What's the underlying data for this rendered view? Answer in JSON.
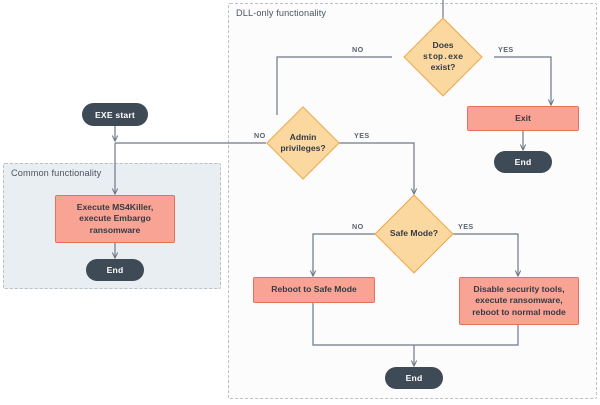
{
  "diagram": {
    "type": "flowchart",
    "title": "",
    "groups": [
      {
        "id": "dll",
        "label": "DLL-only functionality"
      },
      {
        "id": "common",
        "label": "Common functionality"
      }
    ],
    "nodes": {
      "exe_start": {
        "label": "EXE start",
        "shape": "terminator"
      },
      "stop_exe": {
        "label_line1": "Does",
        "label_mono": "stop.exe",
        "label_line3": "exist?",
        "shape": "decision"
      },
      "exit": {
        "label": "Exit",
        "shape": "process"
      },
      "end_exit": {
        "label": "End",
        "shape": "terminator"
      },
      "admin": {
        "label_line1": "Admin",
        "label_line2": "privileges?",
        "shape": "decision"
      },
      "common_exec": {
        "line1": "Execute MS4Killer,",
        "line2": "execute Embargo",
        "line3": "ransomware",
        "shape": "process"
      },
      "end_common": {
        "label": "End",
        "shape": "terminator"
      },
      "safe_mode": {
        "label": "Safe Mode?",
        "shape": "decision"
      },
      "reboot_safe": {
        "label": "Reboot to Safe Mode",
        "shape": "process"
      },
      "disable_sec": {
        "line1": "Disable security tools,",
        "line2": "execute ransomware,",
        "line3": "reboot to normal mode",
        "shape": "process"
      },
      "end_bottom": {
        "label": "End",
        "shape": "terminator"
      }
    },
    "edge_labels": {
      "stop_no": "NO",
      "stop_yes": "YES",
      "admin_no": "NO",
      "admin_yes": "YES",
      "safe_no": "NO",
      "safe_yes": "YES"
    },
    "colors": {
      "terminator_fill": "#3f4a57",
      "terminator_text": "#ffffff",
      "process_fill": "#f8a393",
      "process_stroke": "#e8705b",
      "decision_fill": "#fbd8a0",
      "decision_stroke": "#eda94c",
      "edge_stroke": "#6f7885",
      "group_stroke": "#b9c0c6",
      "group_dll_fill": "#fcfcfc",
      "group_common_fill": "#e8eef1",
      "label_text": "#4c5560"
    }
  }
}
